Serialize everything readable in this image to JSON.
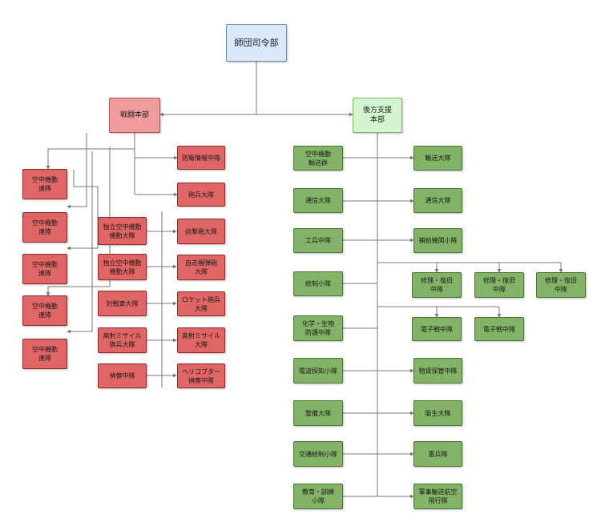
{
  "root": "師団司令部",
  "combat_hq": "戦闘本部",
  "support_hq": "後方支援\n本部",
  "left_units": [
    "空中機動\n連隊",
    "空中機動\n連隊",
    "空中機動\n連隊",
    "空中機動\n連隊",
    "空中機動\n連隊"
  ],
  "combat_left": [
    "独立空中機動\n機動大隊",
    "独立空中機動\n機動大隊",
    "対戦車大隊",
    "高射ミサイル\n旗兵大隊",
    "偵察中隊"
  ],
  "combat_right": [
    "防衛情報中隊",
    "砲兵大隊",
    "迫撃砲大隊",
    "自走榴弾砲\n大隊",
    "ロケット砲兵\n大隊",
    "高射ミサイル\n大隊",
    "ヘリコプター\n偵察中隊"
  ],
  "support_left": [
    "空中機動\n輸送群",
    "通信大隊",
    "工兵中隊",
    "統制小隊",
    "化学・生物\n防護中隊",
    "電波探知小隊",
    "整備大隊",
    "交通統制小隊",
    "教育・訓練\n小隊"
  ],
  "support_right": [
    "輸送大隊",
    "通信大隊",
    "補給機関小隊",
    "物資保管中隊",
    "衛生大隊",
    "憲兵隊",
    "軍事輸送航空\n飛行隊"
  ],
  "repair_units": [
    "修理・復旧\n中隊",
    "修理・復旧\n中隊",
    "修理・復旧\n中隊"
  ],
  "ew_units": [
    "電子戦中隊",
    "電子戦中隊"
  ],
  "colors": {
    "root": "#dae8fc",
    "combat_hq": "#f19c9c",
    "combat_unit": "#e06666",
    "support_hq": "#d5f5d0",
    "support_unit": "#82b366",
    "line": "#777777"
  }
}
